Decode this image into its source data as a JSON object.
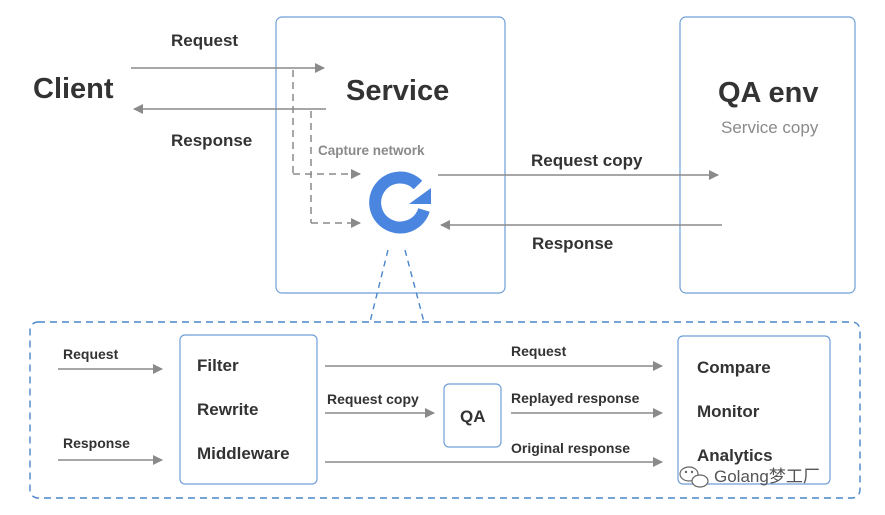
{
  "top": {
    "client_label": "Client",
    "service_label": "Service",
    "qa_env_label": "QA env",
    "service_copy_label": "Service copy",
    "request_label": "Request",
    "response_label": "Response",
    "capture_network_label": "Capture network",
    "request_copy_label": "Request copy",
    "response_back_label": "Response"
  },
  "bottom": {
    "request_in_label": "Request",
    "response_in_label": "Response",
    "filter_label": "Filter",
    "rewrite_label": "Rewrite",
    "middleware_label": "Middleware",
    "request_out_label": "Request",
    "request_copy_label": "Request copy",
    "qa_label": "QA",
    "replayed_response_label": "Replayed response",
    "original_response_label": "Original response",
    "compare_label": "Compare",
    "monitor_label": "Monitor",
    "analytics_label": "Analytics"
  },
  "watermark": {
    "text": "Golang梦工厂"
  },
  "colors": {
    "box_border": "#6f9fd8",
    "arrow": "#8a8a8a",
    "text": "#333333",
    "logo_blue": "#4a86e0",
    "dashed_frame": "#4a86c8"
  }
}
